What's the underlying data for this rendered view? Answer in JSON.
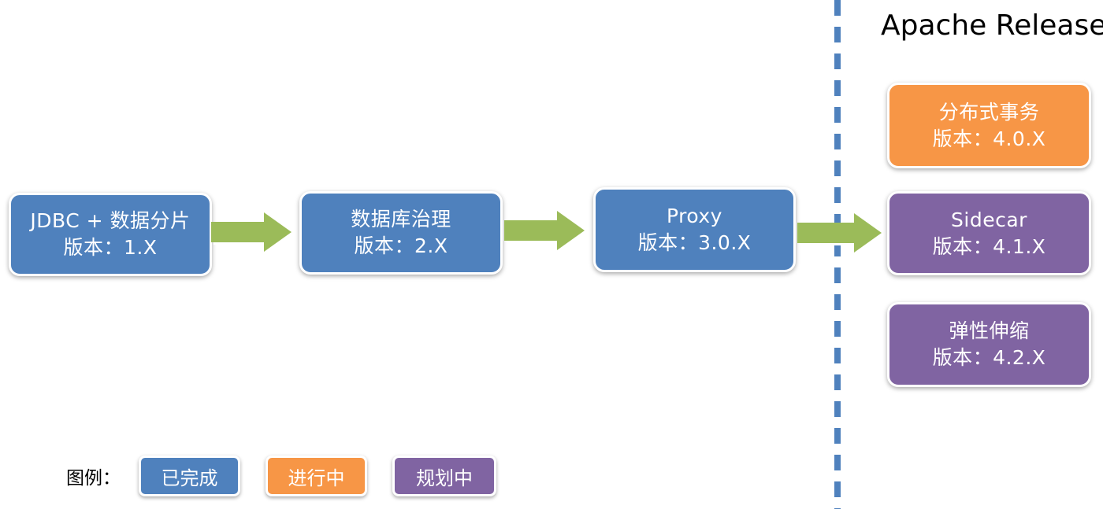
{
  "release_title": "Apache Release",
  "colors": {
    "done": "#4f81bd",
    "in_progress": "#f79646",
    "planned": "#8064a2",
    "arrow": "#9bbb59",
    "divider": "#4f81bd"
  },
  "timeline": [
    {
      "line1": "JDBC + 数据分片",
      "line2": "版本：1.X",
      "status": "done"
    },
    {
      "line1": "数据库治理",
      "line2": "版本：2.X",
      "status": "done"
    },
    {
      "line1": "Proxy",
      "line2": "版本：3.0.X",
      "status": "done"
    }
  ],
  "apache": [
    {
      "line1": "分布式事务",
      "line2": "版本：4.0.X",
      "status": "in_progress"
    },
    {
      "line1": "Sidecar",
      "line2": "版本：4.1.X",
      "status": "planned"
    },
    {
      "line1": "弹性伸缩",
      "line2": "版本：4.2.X",
      "status": "planned"
    }
  ],
  "legend": {
    "label": "图例：",
    "items": [
      {
        "label": "已完成",
        "status": "done"
      },
      {
        "label": "进行中",
        "status": "in_progress"
      },
      {
        "label": "规划中",
        "status": "planned"
      }
    ]
  }
}
